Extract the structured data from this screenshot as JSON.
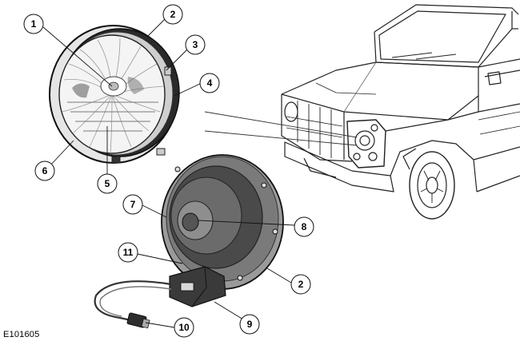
{
  "figure": {
    "code": "E101605",
    "callouts": [
      {
        "id": "c1",
        "label": "1"
      },
      {
        "id": "c2a",
        "label": "2"
      },
      {
        "id": "c3",
        "label": "3"
      },
      {
        "id": "c4",
        "label": "4"
      },
      {
        "id": "c5",
        "label": "5"
      },
      {
        "id": "c6",
        "label": "6"
      },
      {
        "id": "c7",
        "label": "7"
      },
      {
        "id": "c8",
        "label": "8"
      },
      {
        "id": "c11",
        "label": "11"
      },
      {
        "id": "c2b",
        "label": "2"
      },
      {
        "id": "c9",
        "label": "9"
      },
      {
        "id": "c10",
        "label": "10"
      }
    ]
  }
}
